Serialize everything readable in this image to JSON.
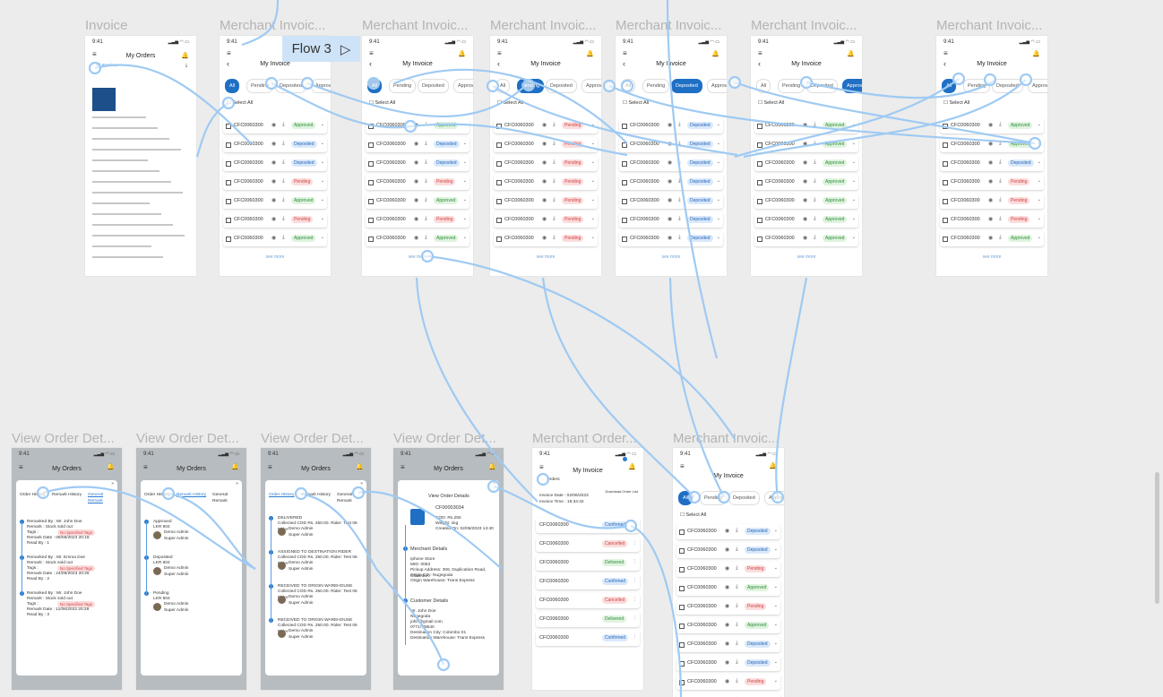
{
  "flow": {
    "label": "Flow 3"
  },
  "status_time": "9:41",
  "top_frames": [
    {
      "label": "Invoice",
      "title": "My Orders"
    },
    {
      "label": "Merchant Invoic...",
      "title": "My Invoice",
      "active_tab": 0,
      "rows": [
        [
          "CFC0060300",
          "Approved"
        ],
        [
          "CFC0060300",
          "Deposited"
        ],
        [
          "CFC0060300",
          "Deposited"
        ],
        [
          "CFC0060300",
          "Pending"
        ],
        [
          "CFC0060300",
          "Approved"
        ],
        [
          "CFC0060300",
          "Pending"
        ],
        [
          "CFC0060300",
          "Approved"
        ]
      ]
    },
    {
      "label": "Merchant Invoic...",
      "title": "My Invoice",
      "active_tab": 0,
      "rows": [
        [
          "CFC0060300",
          "Approved"
        ],
        [
          "CFC0060300",
          "Deposited"
        ],
        [
          "CFC0060300",
          "Deposited"
        ],
        [
          "CFC0060300",
          "Pending"
        ],
        [
          "CFC0060300",
          "Approved"
        ],
        [
          "CFC0060300",
          "Pending"
        ],
        [
          "CFC0060300",
          "Approved"
        ]
      ]
    },
    {
      "label": "Merchant Invoic...",
      "title": "My Invoice",
      "active_tab": 1,
      "rows": [
        [
          "CFC0060300",
          "Pending"
        ],
        [
          "CFC0060300",
          "Pending"
        ],
        [
          "CFC0060300",
          "Pending"
        ],
        [
          "CFC0060300",
          "Pending"
        ],
        [
          "CFC0060300",
          "Pending"
        ],
        [
          "CFC0060300",
          "Pending"
        ],
        [
          "CFC0060300",
          "Pending"
        ]
      ]
    },
    {
      "label": "Merchant Invoic...",
      "title": "My Invoice",
      "active_tab": 2,
      "rows": [
        [
          "CFC0060300",
          "Deposited"
        ],
        [
          "CFC0060300",
          "Deposited"
        ],
        [
          "CFC0060300",
          "Deposited"
        ],
        [
          "CFC0060300",
          "Deposited"
        ],
        [
          "CFC0060300",
          "Deposited"
        ],
        [
          "CFC0060300",
          "Deposited"
        ],
        [
          "CFC0060300",
          "Deposited"
        ]
      ]
    },
    {
      "label": "Merchant Invoic...",
      "title": "My Invoice",
      "active_tab": 3,
      "rows": [
        [
          "CFC0060300",
          "Approved"
        ],
        [
          "CFC0060300",
          "Approved"
        ],
        [
          "CFC0060300",
          "Approved"
        ],
        [
          "CFC0060300",
          "Approved"
        ],
        [
          "CFC0060300",
          "Approved"
        ],
        [
          "CFC0060300",
          "Approved"
        ],
        [
          "CFC0060300",
          "Approved"
        ]
      ]
    },
    {
      "label": "Merchant Invoic...",
      "title": "My Invoice",
      "active_tab": 0,
      "rows": [
        [
          "CFC0060300",
          "Approved"
        ],
        [
          "CFC0060300",
          "Approved"
        ],
        [
          "CFC0060300",
          "Deposited"
        ],
        [
          "CFC0060300",
          "Pending"
        ],
        [
          "CFC0060300",
          "Pending"
        ],
        [
          "CFC0060300",
          "Pending"
        ],
        [
          "CFC0060300",
          "Approved"
        ]
      ]
    }
  ],
  "invoice_tabs": [
    "All",
    "Pending",
    "Deposited",
    "Approved"
  ],
  "select_all": "Select All",
  "see_more": "see more",
  "bottom_frames": [
    {
      "label": "View Order Det...",
      "title": "My Orders"
    },
    {
      "label": "View Order Det...",
      "title": "My Orders"
    },
    {
      "label": "View Order Det...",
      "title": "My Orders"
    },
    {
      "label": "View Order Det...",
      "title": "My Orders"
    },
    {
      "label": "Merchant Order...",
      "title": "My Invoice"
    },
    {
      "label": "Merchant Invoic...",
      "title": "My Invoice"
    }
  ],
  "order_tabs": [
    "Order History",
    "Remark History",
    "General Remark"
  ],
  "remarks": [
    {
      "by_label": "Remarked By",
      "by": "Mr. John Doe",
      "remark": "Stock sold out",
      "tags": "No Specified Tags",
      "date": "08/06/2023 20:18",
      "read_by": "1"
    },
    {
      "by_label": "Remarked By",
      "by": "Mr. Emma Doe",
      "remark": "Stock sold out",
      "tags": "No Specified Tags",
      "date": "24/06/2023 20:26",
      "read_by": "2"
    },
    {
      "by_label": "Remarked By",
      "by": "Mr. John Doe",
      "remark": "Stock sold out",
      "tags": "No Specified Tags",
      "date": "11/06/2023 20:28",
      "read_by": "3"
    }
  ],
  "remark_labels": {
    "remark": "Remark",
    "tags": "Tags",
    "date": "Remark Date",
    "read_by": "Read By"
  },
  "history_a": [
    {
      "status": "Approved",
      "id": "LKR 804",
      "person": "Demo Admin",
      "role": "Super Admin"
    },
    {
      "status": "Deposited",
      "id": "LKR 804",
      "person": "Demo Admin",
      "role": "Super Admin"
    },
    {
      "status": "Pending",
      "id": "LKR 804",
      "person": "Demo Admin",
      "role": "Super Admin"
    }
  ],
  "history_b": [
    {
      "status": "DELIVERED",
      "detail": "Collected COD Rs. 250.00. Rider: Test 06 Rider",
      "person": "Demo Admin",
      "role": "Super Admin"
    },
    {
      "status": "ASSIGNED TO DESTINATION RIDER",
      "detail": "Collected COD Rs. 250.00. Rider: Test 06 Rider",
      "person": "Demo Admin",
      "role": "Super Admin"
    },
    {
      "status": "RECEIVED TO ORIGIN WAREHOUSE",
      "detail": "Collected COD Rs. 250.00. Rider: Test 06 Rider",
      "person": "Demo Admin",
      "role": "Super Admin"
    },
    {
      "status": "RECEIVED TO ORIGIN WAREHOUSE",
      "detail": "Collected COD Rs. 250.00. Rider: Test 06 Rider",
      "person": "Demo Admin",
      "role": "Super Admin"
    }
  ],
  "order_details": {
    "heading": "View Order Details",
    "order_id": "CF00003034",
    "cod": "COD: Rs.250",
    "weight": "Weight: 1kg",
    "created": "Created On: 02/06/2023 14:40",
    "merchant_heading": "Merchant Details",
    "merchant_lines": [
      "Iphone Store",
      "MID: 0053",
      "Pickup Address: 306, Duplication Road, Colombo",
      "Origin City: Nugegoda",
      "Origin Warehouse: Trans Express"
    ],
    "customer_heading": "Customer Details",
    "customer_lines": [
      "Mr. John Doe",
      "Nugegoda",
      "john@gmail.com",
      "0771778540",
      "Destination City: Colombo 01",
      "Destination Warehouse: Trans Express"
    ]
  },
  "merchant_order": {
    "orders_label": "Orders",
    "download_label": "Download Order List",
    "invoice_date": "Invoice Date : 02/06/2023",
    "invoice_time": "Invoice Time : 15:34:42",
    "rows": [
      [
        "CFC0060300",
        "Confirmed"
      ],
      [
        "CFC0060300",
        "Cancelled"
      ],
      [
        "CFC0060300",
        "Delivered"
      ],
      [
        "CFC0060300",
        "Confirmed"
      ],
      [
        "CFC0060300",
        "Cancelled"
      ],
      [
        "CFC0060300",
        "Delivered"
      ],
      [
        "CFC0060300",
        "Confirmed"
      ]
    ]
  },
  "bottom_invoice_rows": [
    [
      "CFC0060300",
      "Deposited"
    ],
    [
      "CFC0060300",
      "Deposited"
    ],
    [
      "CFC0060300",
      "Pending"
    ],
    [
      "CFC0060300",
      "Approved"
    ],
    [
      "CFC0060300",
      "Pending"
    ],
    [
      "CFC0060300",
      "Approved"
    ],
    [
      "CFC0060300",
      "Deposited"
    ],
    [
      "CFC0060300",
      "Deposited"
    ],
    [
      "CFC0060300",
      "Pending"
    ],
    [
      "CFC0060300",
      "Approved"
    ]
  ],
  "invoice_doc": {
    "title": "My Orders",
    "back": "All Invoices"
  },
  "colors": {
    "accent": "#1f6fc5",
    "flow_line": "#9fcaf3",
    "flow_label_bg": "#cfe3f8"
  }
}
